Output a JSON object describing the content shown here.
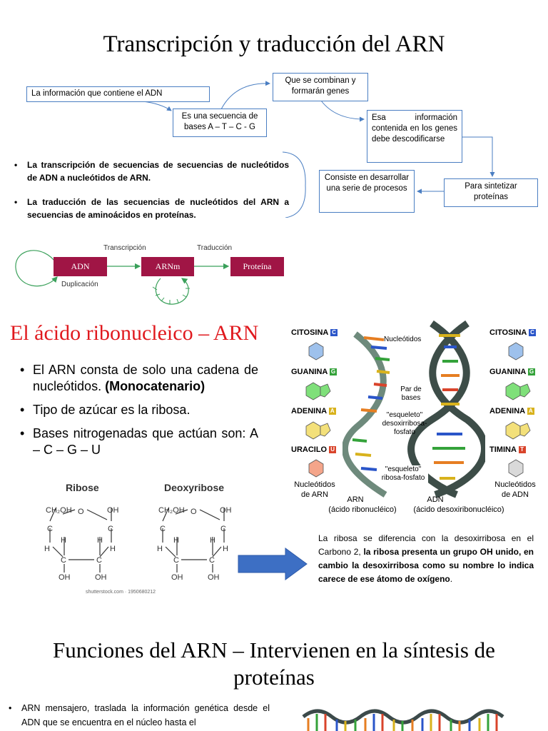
{
  "section1": {
    "title": "Transcripción y traducción del ARN",
    "box_info": "La información que contiene el ADN",
    "box_secuencia": "Es una secuencia de bases A – T – C - G",
    "box_combinan": "Que se combinan y formarán genes",
    "box_esa": "Esa información contenida en los genes debe descodificarse",
    "box_sintetizar": "Para sintetizar proteínas",
    "box_consiste": "Consiste en desarrollar una serie de procesos",
    "bullets": [
      "La transcripción de secuencias de secuencias de nucleótidos de ADN a nucleótidos de ARN.",
      "La traducción de las secuencias de nucleótidos del ARN a secuencias de aminoácidos en proteínas."
    ],
    "flow": {
      "adn": "ADN",
      "arnm": "ARNm",
      "proteina": "Proteína",
      "transcripcion": "Transcripción",
      "traduccion": "Traducción",
      "duplicacion": "Duplicación"
    }
  },
  "section2": {
    "title": "El ácido ribonucleico – ARN",
    "bullets": [
      {
        "text": "El ARN consta de solo una cadena de nucleótidos. ",
        "bold": "(Monocatenario)"
      },
      {
        "text": "Tipo de azúcar es la ribosa.",
        "bold": ""
      },
      {
        "text": "Bases nitrogenadas que actúan son: A – C – G – U",
        "bold": ""
      }
    ],
    "sugars": {
      "ribose_label": "Ribose",
      "deoxyribose_label": "Deoxyribose",
      "credit": "shutterstock.com · 1950680212",
      "ch2oh": "CH₂OH",
      "oh": "OH",
      "h": "H",
      "c": "C",
      "o": "O"
    },
    "diagram": {
      "left_bases": [
        "CITOSINA",
        "GUANINA",
        "ADENINA",
        "URACILO"
      ],
      "left_tags": [
        "C",
        "G",
        "A",
        "U"
      ],
      "right_bases": [
        "CITOSINA",
        "GUANINA",
        "ADENINA",
        "TIMINA"
      ],
      "right_tags": [
        "C",
        "G",
        "A",
        "T"
      ],
      "tag_colors": [
        "#2a55c9",
        "#34a23a",
        "#d8b21c",
        "#d9442b"
      ],
      "nucleotidos": "Nucleótidos",
      "par_bases": "Par de bases",
      "esqueleto_doble": "\"esqueleto\" desoxirribosa-fosfato",
      "esqueleto_simple": "\"esqueleto\" ribosa-fosfato",
      "nucleotidos_arn": "Nucleótidos de ARN",
      "nucleotidos_adn": "Nucleótidos de ADN",
      "arn": "ARN",
      "arn_sub": "(ácido ribonucléico)",
      "adn": "ADN",
      "adn_sub": "(ácido desoxiribonucléico)"
    },
    "ribosa_text_a": "La ribosa se diferencia con la desoxirribosa en el Carbono 2, ",
    "ribosa_text_b": "la ribosa presenta un grupo OH unido, en cambio la desoxirribosa como su nombre lo indica carece de ese átomo de oxígeno",
    "ribosa_text_c": "."
  },
  "section3": {
    "title": "Funciones del ARN – Intervienen en la síntesis de proteínas",
    "bullet": "ARN mensajero, traslada la información genética desde el ADN que se encuentra en el núcleo hasta el"
  },
  "colors": {
    "box_border": "#4a7ec2",
    "flow_box": "#a01545",
    "arrow_green": "#3aa05a",
    "red_title": "#e0191e",
    "blue_arrow": "#3d6fc4"
  }
}
